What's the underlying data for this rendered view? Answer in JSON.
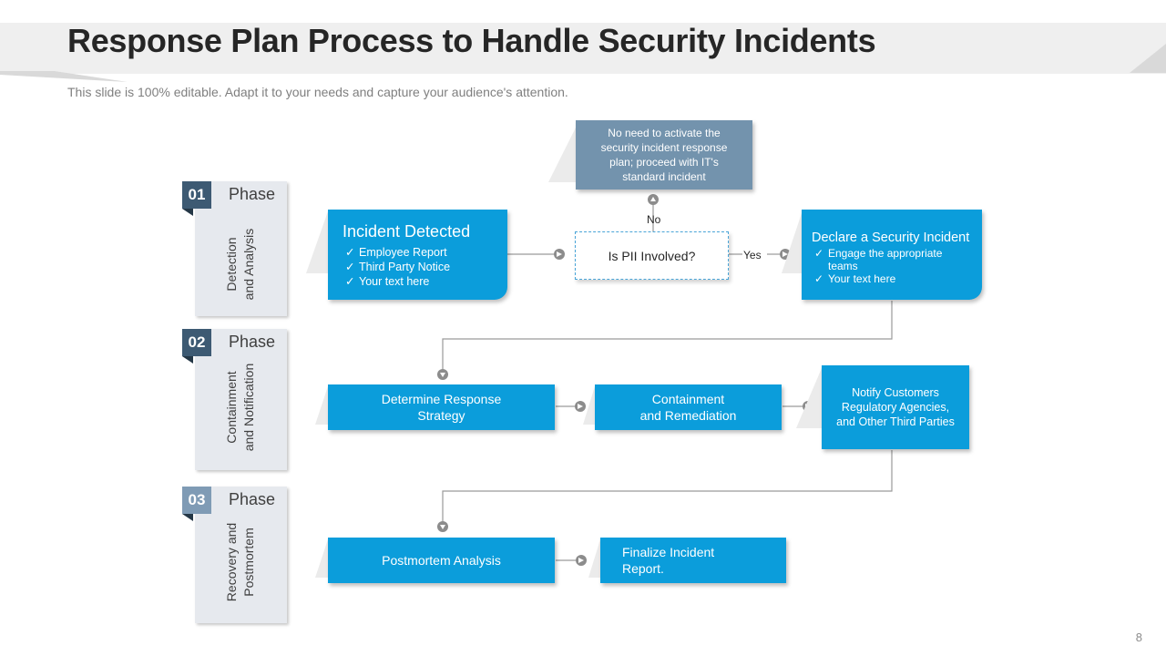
{
  "title": "Response Plan Process to Handle Security Incidents",
  "subtitle": "This slide is 100% editable. Adapt it to your needs and capture your audience's attention.",
  "page_number": "8",
  "colors": {
    "box_blue": "#0b9ddb",
    "grey_box": "#7393ad",
    "phase_card": "#e6e9ee",
    "badge_dark": "#3d5a73",
    "badge_light": "#7f9bb5"
  },
  "phases": [
    {
      "number": "01",
      "word": "Phase",
      "label": "Detection\nand Analysis"
    },
    {
      "number": "02",
      "word": "Phase",
      "label": "Containment\nand Notification"
    },
    {
      "number": "03",
      "word": "Phase",
      "label": "Recovery and\nPostmortem"
    }
  ],
  "incident_detected": {
    "title": "Incident Detected",
    "items": [
      "Employee Report",
      "Third Party Notice",
      "Your text here"
    ]
  },
  "pii_question": "Is PII Involved?",
  "no_label": "No",
  "yes_label": "Yes",
  "no_branch_text": "No need to activate the\nsecurity incident response\nplan; proceed with IT's\nstandard incident",
  "declare_incident": {
    "title": "Declare a Security Incident",
    "items": [
      "Engage the appropriate\nteams",
      "Your text here"
    ]
  },
  "determine_strategy": "Determine Response\nStrategy",
  "containment": "Containment\nand Remediation",
  "notify": "Notify Customers\nRegulatory Agencies,\nand Other Third Parties",
  "postmortem": "Postmortem Analysis",
  "finalize": "Finalize Incident\nReport.",
  "check_glyph": "✓"
}
